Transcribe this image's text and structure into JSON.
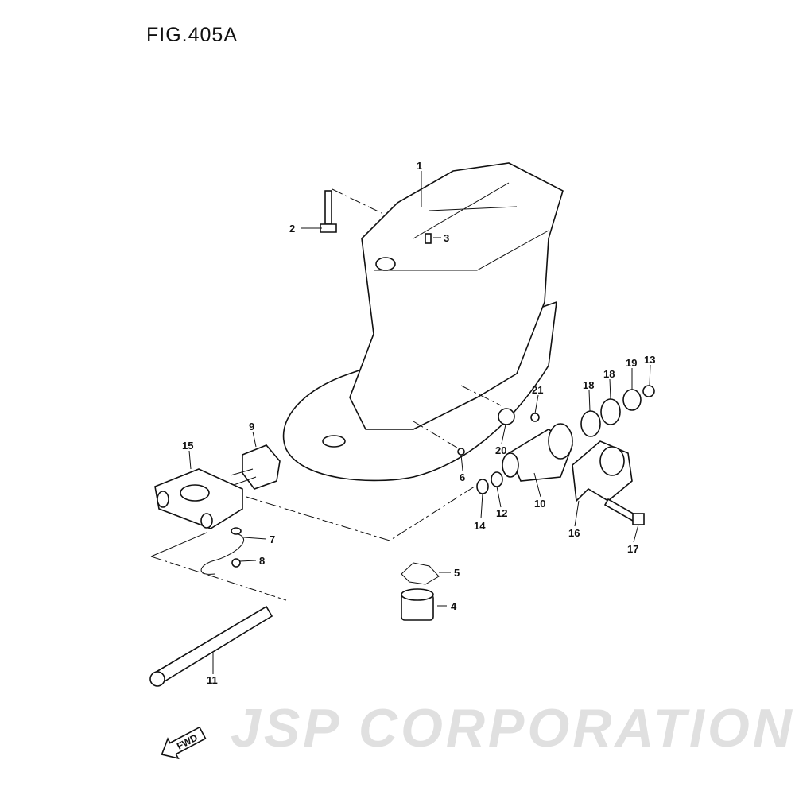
{
  "title": "FIG.405A",
  "watermark": "JSP CORPORATION",
  "fwd_label": "FWD",
  "callouts": {
    "c1": "1",
    "c2": "2",
    "c3": "3",
    "c4": "4",
    "c5": "5",
    "c6": "6",
    "c7": "7",
    "c8": "8",
    "c9": "9",
    "c10": "10",
    "c11": "11",
    "c12": "12",
    "c13": "13",
    "c14": "14",
    "c15": "15",
    "c16": "16",
    "c17": "17",
    "c18a": "18",
    "c18b": "18",
    "c19": "19",
    "c20": "20",
    "c21": "21"
  }
}
